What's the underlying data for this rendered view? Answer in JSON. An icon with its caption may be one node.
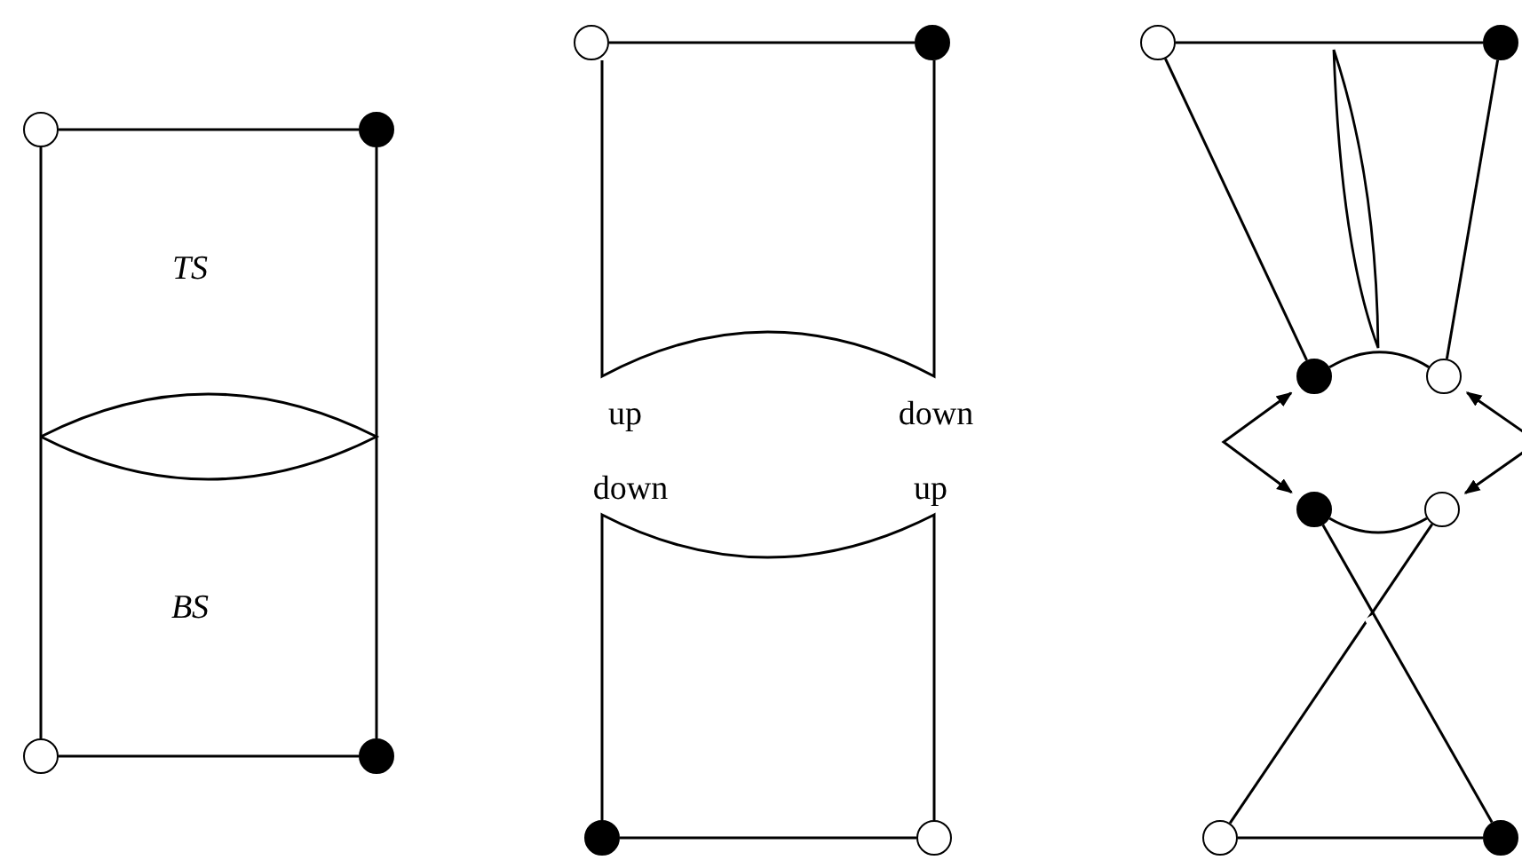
{
  "diagram": {
    "nodes": [
      {
        "text": [],
        "shape": "circle"
      },
      {
        "text": [],
        "shape": "circle"
      },
      {
        "text": [],
        "shape": "circle"
      },
      {
        "text": [],
        "shape": "circle"
      },
      {
        "text": [],
        "shape": "circle"
      },
      {
        "text": [],
        "shape": "circle"
      },
      {
        "text": [],
        "shape": "circle"
      },
      {
        "text": [],
        "shape": "circle"
      },
      {
        "text": [],
        "shape": "circle"
      },
      {
        "text": [],
        "shape": "circle"
      },
      {
        "text": [],
        "shape": "circle"
      },
      {
        "text": [],
        "shape": "circle"
      },
      {
        "text": [],
        "shape": "circle"
      },
      {
        "text": [],
        "shape": "circle"
      },
      {
        "text": [],
        "shape": "circle"
      },
      {
        "text": [],
        "shape": "circle"
      }
    ],
    "edges": [
      {
        "from": 0,
        "to": 1,
        "arrow": "none"
      },
      {
        "from": 0,
        "to": 2,
        "arrow": "none"
      },
      {
        "from": 1,
        "to": 3,
        "arrow": "none"
      },
      {
        "from": 2,
        "to": 3,
        "arrow": "none"
      },
      {
        "from": 4,
        "to": 5,
        "arrow": "none"
      },
      {
        "from": 6,
        "to": 7,
        "arrow": "none"
      },
      {
        "from": 8,
        "to": 9,
        "arrow": "none"
      },
      {
        "from": 8,
        "to": 10,
        "arrow": "none"
      },
      {
        "from": 9,
        "to": 11,
        "arrow": "none"
      },
      {
        "from": 10,
        "to": 11,
        "arrow": "none"
      },
      {
        "from": 12,
        "to": 13,
        "arrow": "none"
      },
      {
        "from": 12,
        "to": 15,
        "arrow": "none"
      },
      {
        "from": 13,
        "to": 14,
        "arrow": "none"
      },
      {
        "from": 14,
        "to": 15,
        "arrow": "none"
      },
      {
        "from": 10,
        "to": 12,
        "arrow": "both"
      },
      {
        "from": 11,
        "to": 13,
        "arrow": "both"
      }
    ],
    "labels": [
      "TS",
      "up",
      "down",
      "down",
      "up",
      "BS"
    ]
  }
}
